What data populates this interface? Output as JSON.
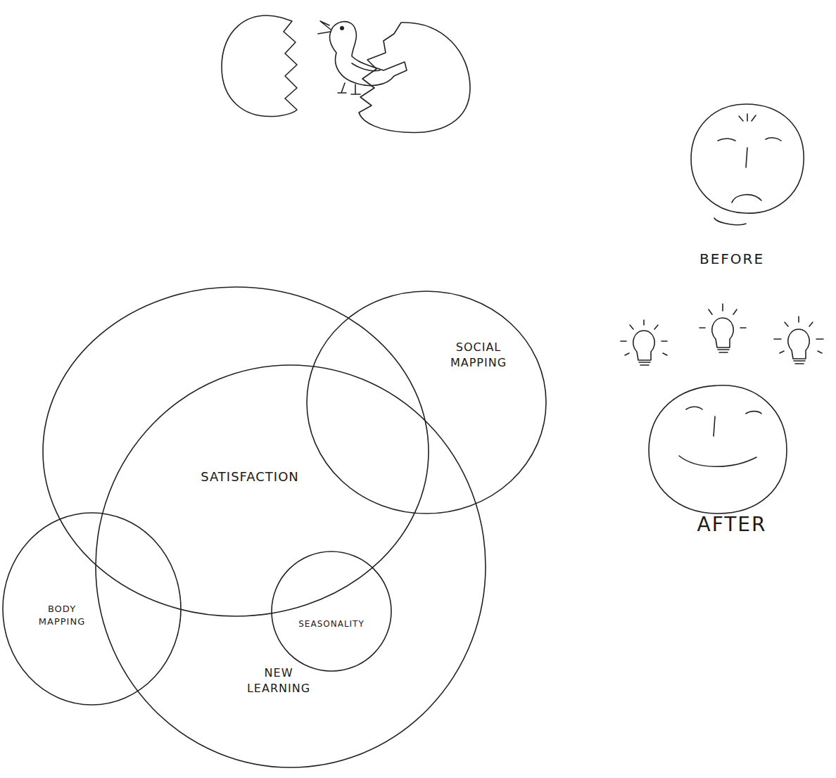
{
  "diagram": {
    "nodes": [
      {
        "text": [
          "SATISFACTION"
        ]
      },
      {
        "text": [
          "SOCIAL MAPPING"
        ]
      },
      {
        "text": [
          "BODY MAPPING"
        ]
      },
      {
        "text": [
          "NEW LEARNING"
        ]
      },
      {
        "text": [
          "SEASONALITY"
        ],
        "in": 3
      }
    ],
    "labels": [
      "BEFORE",
      "AFTER"
    ]
  }
}
